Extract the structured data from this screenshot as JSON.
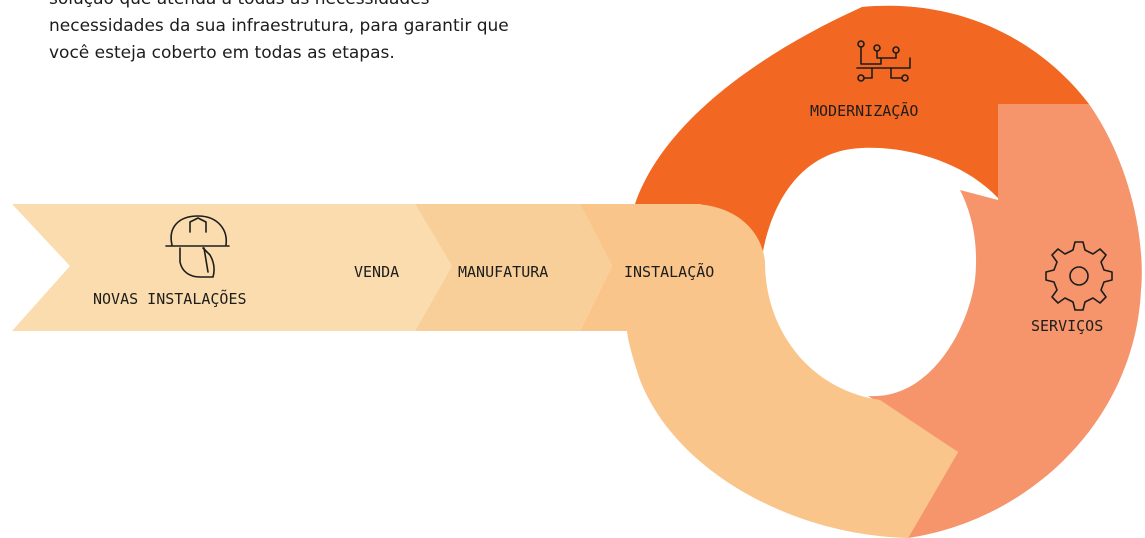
{
  "intro_text": "solução que atenda a todas as necessidades\nnecessidades da sua infraestrutura, para garantir que\nvocê esteja coberto em todas as etapas.",
  "stages": {
    "new_installations": {
      "label": "NOVAS INSTALAÇÕES",
      "icon": "hard-hat-icon"
    },
    "sale": {
      "label": "VENDA"
    },
    "manufacturing": {
      "label": "MANUFATURA"
    },
    "installation": {
      "label": "INSTALAÇÃO"
    },
    "modernization": {
      "label": "MODERNIZAÇÃO",
      "icon": "circuit-icon"
    },
    "services": {
      "label": "SERVIÇOS",
      "icon": "gear-icon"
    }
  },
  "colors": {
    "arrow_light": "#fadcae",
    "arrow_mid": "#f8cf99",
    "arrow_dark": "#f9c58a",
    "modernization": "#f26722",
    "services": "#f6956c",
    "text": "#1d1d1b"
  }
}
